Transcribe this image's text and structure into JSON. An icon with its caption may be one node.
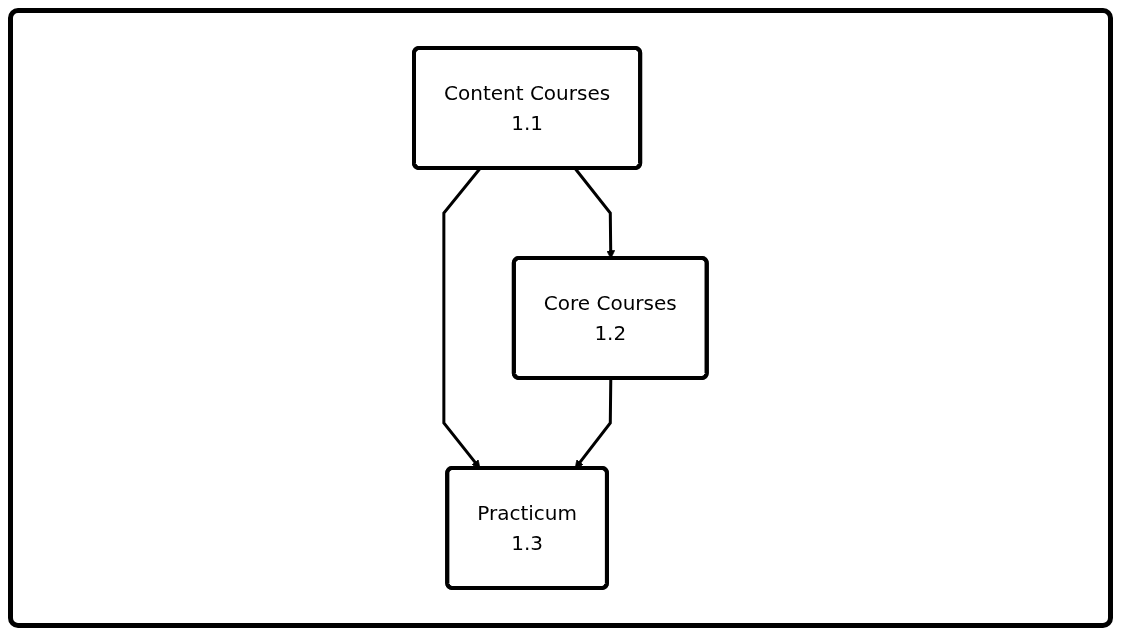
{
  "diagram": {
    "nodes": [
      {
        "text": [
          "Content Courses",
          "1.1"
        ]
      },
      {
        "text": [
          "Core Courses",
          "1.2"
        ]
      },
      {
        "text": [
          "Practicum",
          "1.3"
        ]
      }
    ],
    "edges": [
      {
        "from": 0,
        "to": 1,
        "arrow": "to"
      },
      {
        "from": 0,
        "to": 2,
        "arrow": "to"
      },
      {
        "from": 1,
        "to": 2,
        "arrow": "to"
      }
    ]
  }
}
